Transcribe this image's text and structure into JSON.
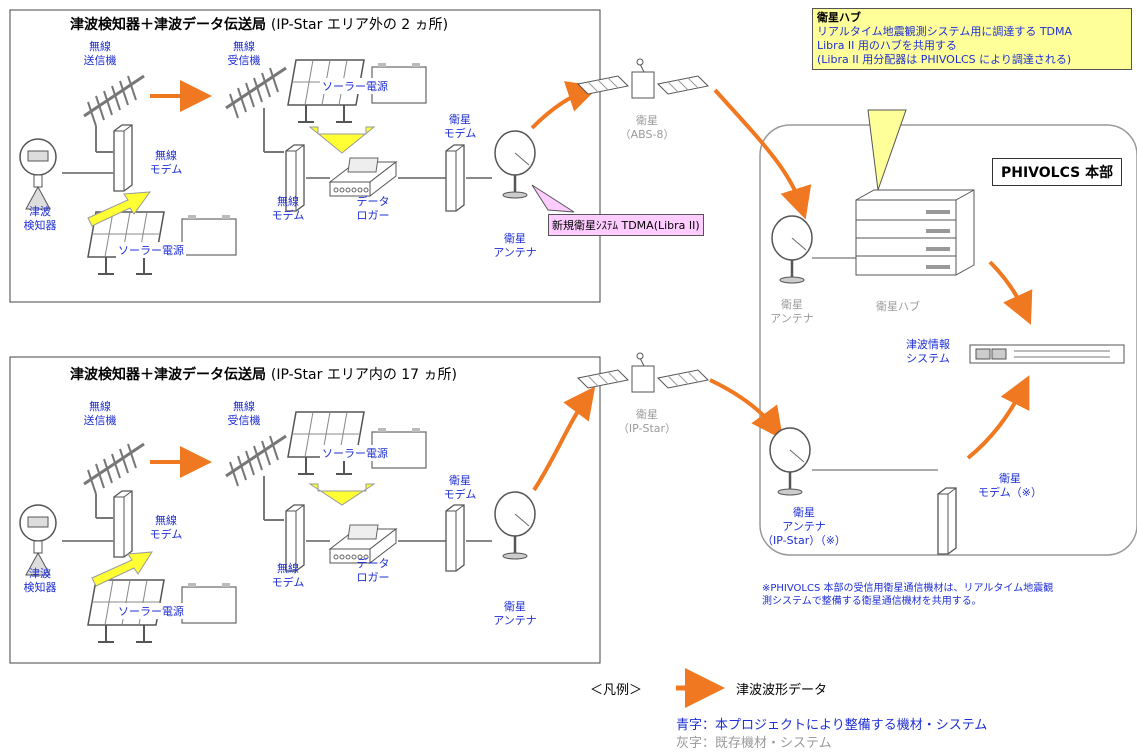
{
  "colors": {
    "blue_text": "#1f2fd6",
    "gray_text": "#9a9a9a",
    "arrow": "#f07820",
    "yellow": "#ffff33",
    "callout_yellow": "#ffff99",
    "callout_pink": "#ffccff"
  },
  "station_top": {
    "title_bold": "津波検知器＋津波データ伝送局",
    "title_sub": "(IP-Star エリア外の 2 ヵ所)",
    "tx": "無線\n送信機",
    "rx": "無線\n受信機",
    "solar1": "ソーラー電源",
    "solar2": "ソーラー電源",
    "modem1": "無線\nモデム",
    "modem2": "無線\nモデム",
    "detector": "津波\n検知器",
    "logger": "データ\nロガー",
    "sat_modem": "衛星\nモデム",
    "sat_antenna": "衛星\nアンテナ"
  },
  "station_bottom": {
    "title_bold": "津波検知器＋津波データ伝送局",
    "title_sub": "(IP-Star エリア内の 17 ヵ所)",
    "tx": "無線\n送信機",
    "rx": "無線\n受信機",
    "solar1": "ソーラー電源",
    "solar2": "ソーラー電源",
    "modem1": "無線\nモデム",
    "modem2": "無線\nモデム",
    "detector": "津波\n検知器",
    "logger": "データ\nロガー",
    "sat_modem": "衛星\nモデム",
    "sat_antenna": "衛星\nアンテナ"
  },
  "satellite_top": "衛星\n（ABS-8）",
  "satellite_bottom": "衛星\n（IP-Star）",
  "callout_tdma": "新規衛星ｼｽﾃﾑ TDMA(Libra II)",
  "callout_hub": {
    "title": "衛星ハブ",
    "body": "リアルタイム地震観測システム用に調達する TDMA\nLibra II 用のハブを共用する\n(Libra II 用分配器は PHIVOLCS により調達される)"
  },
  "hq": {
    "title": "PHIVOLCS 本部",
    "antenna": "衛星\nアンテナ",
    "hub": "衛星ハブ",
    "tsunami_system": "津波情報\nシステム",
    "antenna_ipstar": "衛星\nアンテナ\n（IP-Star）（※）",
    "modem": "衛星\nモデム（※）",
    "note": "※PHIVOLCS 本部の受信用衛星通信機材は、リアルタイム地震観\n測システムで整備する衛星通信機材を共用する。"
  },
  "legend": {
    "label": "＜凡例＞",
    "arrow_text": "津波波形データ",
    "blue_line": "青字：本プロジェクトにより整備する機材・システム",
    "gray_line": "灰字：既存機材・システム"
  }
}
